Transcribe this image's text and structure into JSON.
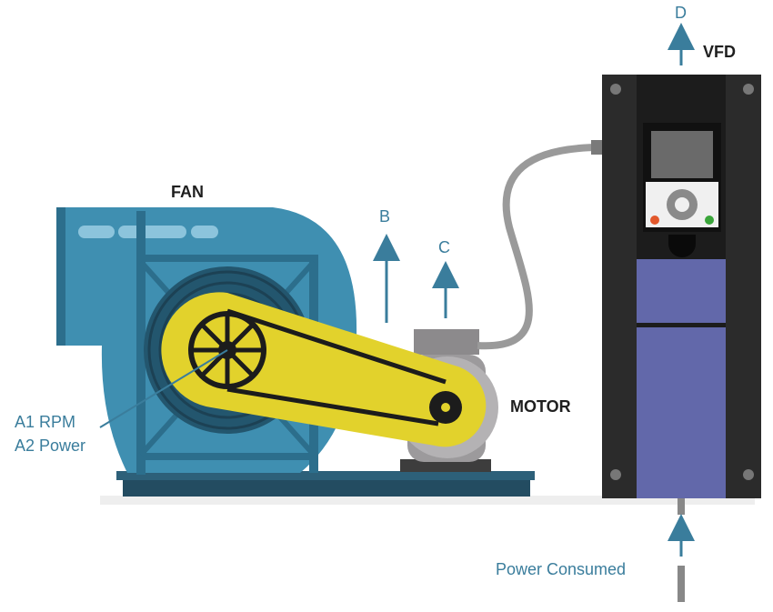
{
  "labels": {
    "fan": "FAN",
    "motor": "MOTOR",
    "vfd": "VFD",
    "a1": "A1 RPM",
    "a2": "A2 Power",
    "b": "B",
    "c": "C",
    "d": "D",
    "power_consumed": "Power Consumed"
  },
  "colors": {
    "fan_body": "#3f8fb1",
    "fan_dark": "#2c6e8c",
    "belt": "#e2d22c",
    "motor": "#9c9a9c",
    "vfd_frame": "#2b2b2b",
    "vfd_panel": "#6268aa",
    "measure_text": "#3a7d9c",
    "arrow": "#3a7d9c"
  }
}
